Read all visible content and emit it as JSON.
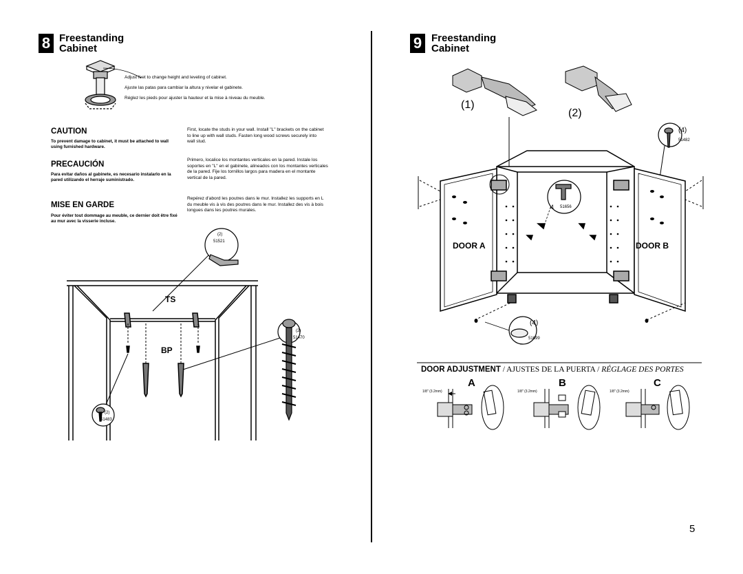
{
  "step8": {
    "number": "8",
    "title_line1": "Freestanding",
    "title_line2": "Cabinet",
    "feet_en": "Adjust feet to change height and leveling of cabinet.",
    "feet_es": "Ajuste las patas para cambiar la altura y nivelar el gabinete.",
    "feet_fr": "Réglez les pieds pour ajuster la hauteur et la mise à niveau du meuble.",
    "caution_title": "CAUTION",
    "caution_text": "To prevent damage to cabinet, it must be attached to wall using furnished hardware.",
    "precaucion_title": "PRECAUCIÓN",
    "precaucion_text": "Para evitar daños al gabinete, es necesario instalarlo en la pared utilizando el herraje suministrado.",
    "mise_title": "MISE EN GARDE",
    "mise_text": "Pour éviter tout dommage au meuble, ce dernier doit être fixé au mur avec la visserie incluse.",
    "instr_en": "First, locate the studs in your wall. Install \"L\" brackets on the cabinet to line up with wall studs. Fasten long wood screws securely into wall stud.",
    "instr_es": "Primero, localice los montantes verticales en la pared. Instale los soportes en \"L\" en el gabinete, alineados con los montantes verticales de la pared. Fije los tornillos largos para madera en el montante vertical de la pared.",
    "instr_fr": "Repérez d'abord les poutres dans le mur. Installez les supports en L du meuble vis à vis des poutres dans le mur. Installez des vis à bois longues dans les poutres murales.",
    "ts_label": "TS",
    "bp_label": "BP",
    "bracket_qty": "(2)",
    "bracket_part": "51521",
    "screw_qty": "(2)",
    "screw_part": "51470",
    "smallscrew_qty": "(2)",
    "smallscrew_part": "51483"
  },
  "step9": {
    "number": "9",
    "title_line1": "Freestanding",
    "title_line2": "Cabinet",
    "hinge1": "(1)",
    "hinge2": "(2)",
    "screw4_qty": "(4)",
    "screw4_part": "51482",
    "clip_qty": "4",
    "clip_part": "51656",
    "door_a": "DOOR A",
    "door_b": "DOOR B",
    "bumper_qty": "(4)",
    "bumper_part": "51699",
    "adj_title_bold": "DOOR ADJUSTMENT",
    "adj_sep": " / ",
    "adj_es": "AJUSTES DE LA PUERTA",
    "adj_fr": "RÉGLAGE DES PORTES",
    "letter_a": "A",
    "letter_b": "B",
    "letter_c": "C",
    "gap_label": "1/8\" (3.2mm)"
  },
  "page_number": "5"
}
